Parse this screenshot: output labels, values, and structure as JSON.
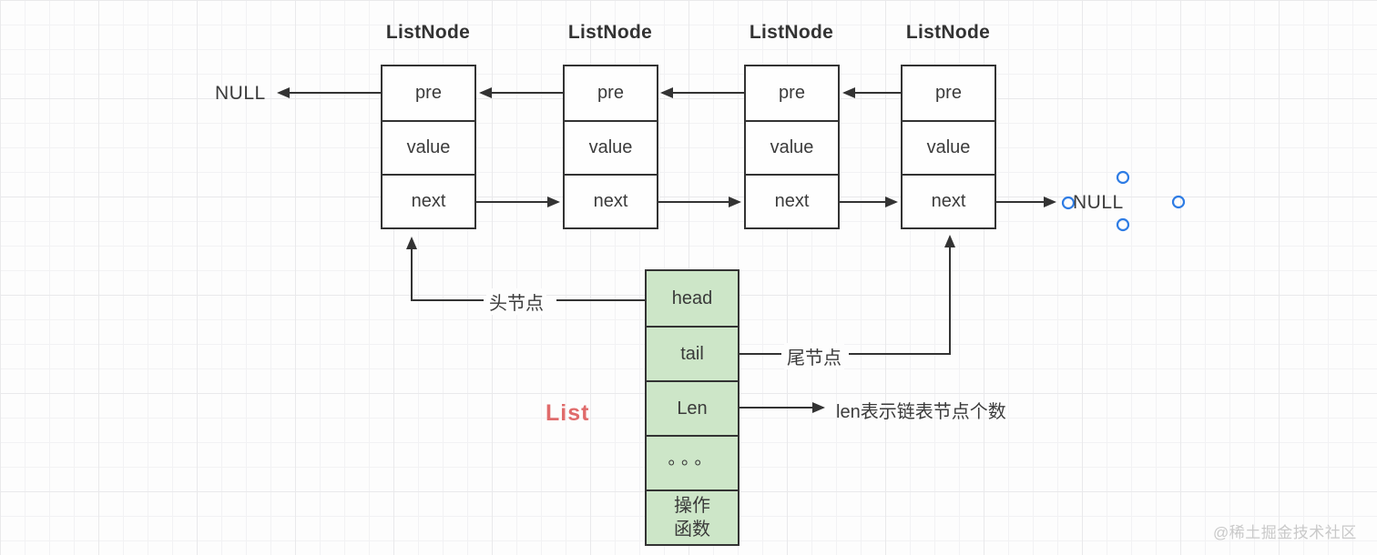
{
  "diagram_title": "doubly-linked-list-structure",
  "listnode": {
    "title": "ListNode",
    "fields": [
      "pre",
      "value",
      "next"
    ]
  },
  "terminators": {
    "null_left": "NULL",
    "null_right": "NULL"
  },
  "list_struct": {
    "label": "List",
    "cells": [
      "head",
      "tail",
      "Len",
      "。。。"
    ],
    "ops_cell": [
      "操作",
      "函数"
    ]
  },
  "annotations": {
    "head": "头节点",
    "tail": "尾节点",
    "len": "len表示链表节点个数"
  },
  "watermark": "@稀土掘金技术社区",
  "colors": {
    "stroke": "#333333",
    "list_fill": "#cde6c8",
    "list_label_red": "#e06b6b",
    "handle_blue": "#2e7ce4",
    "grid_line": "#f2f2f4",
    "watermark_gray": "#c9c9c9"
  }
}
